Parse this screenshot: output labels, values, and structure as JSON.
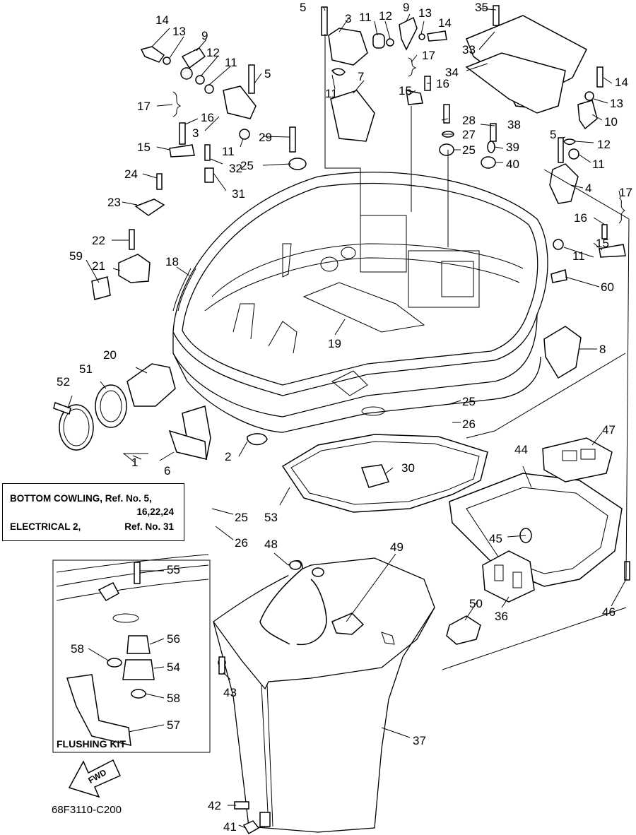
{
  "diagram_code": "68F3110-C200",
  "reference_note": {
    "line1_left": "BOTTOM COWLING, Ref. No. 5,",
    "line2_right": "16,22,24",
    "line3_left": "ELECTRICAL 2,",
    "line3_right": "Ref. No. 31"
  },
  "inset_title": "FLUSHING KIT",
  "direction_label": "FWD",
  "callouts": [
    "1",
    "2",
    "3",
    "4",
    "5",
    "6",
    "7",
    "8",
    "9",
    "10",
    "11",
    "12",
    "13",
    "14",
    "15",
    "16",
    "17",
    "18",
    "19",
    "20",
    "21",
    "22",
    "23",
    "24",
    "25",
    "26",
    "27",
    "28",
    "29",
    "30",
    "31",
    "32",
    "33",
    "34",
    "35",
    "36",
    "37",
    "38",
    "39",
    "40",
    "41",
    "42",
    "43",
    "44",
    "45",
    "46",
    "47",
    "48",
    "49",
    "50",
    "51",
    "52",
    "53",
    "54",
    "55",
    "56",
    "57",
    "58",
    "59",
    "60"
  ]
}
